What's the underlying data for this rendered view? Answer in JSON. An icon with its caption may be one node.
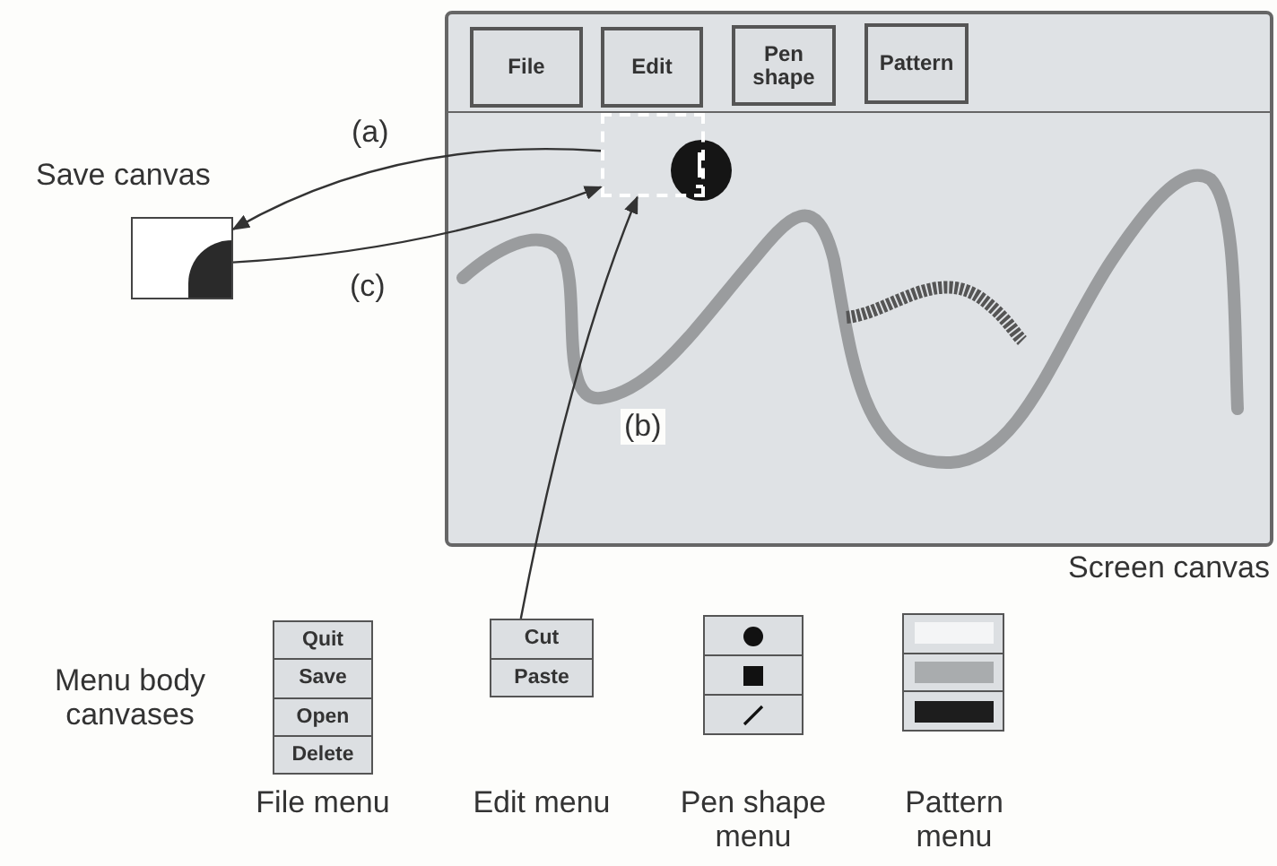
{
  "diagram": {
    "nodes": [
      {
        "text": [],
        "shape": "box",
        "beside": [
          "Screen canvas"
        ]
      },
      {
        "text": [
          "File"
        ],
        "in": 0
      },
      {
        "text": [
          "Edit"
        ],
        "in": 0
      },
      {
        "text": [
          "Pen shape"
        ],
        "in": 0
      },
      {
        "text": [
          "Pattern"
        ],
        "in": 0
      },
      {
        "text": [],
        "shape": "box",
        "in": 0
      },
      {
        "text": [],
        "shape": "box",
        "beside": [
          "Save canvas"
        ]
      },
      {
        "text": [
          "Quit",
          "Save",
          "Open",
          "Delete"
        ],
        "beside": [
          "File menu"
        ]
      },
      {
        "text": [
          "Cut",
          "Paste"
        ],
        "beside": [
          "Edit menu"
        ]
      },
      {
        "text": [],
        "shape": "box",
        "beside": [
          "Pen shape menu"
        ]
      },
      {
        "text": [],
        "shape": "box",
        "beside": [
          "Pattern menu"
        ]
      }
    ],
    "edges": [
      {
        "from": 5,
        "to": 6,
        "arrow": "to",
        "label": "(a)"
      },
      {
        "from": 8,
        "to": 5,
        "arrow": "to",
        "label": "(b)"
      },
      {
        "from": 6,
        "to": 5,
        "arrow": "to",
        "label": "(c)"
      }
    ],
    "labels": [
      "Menu body canvases"
    ]
  }
}
